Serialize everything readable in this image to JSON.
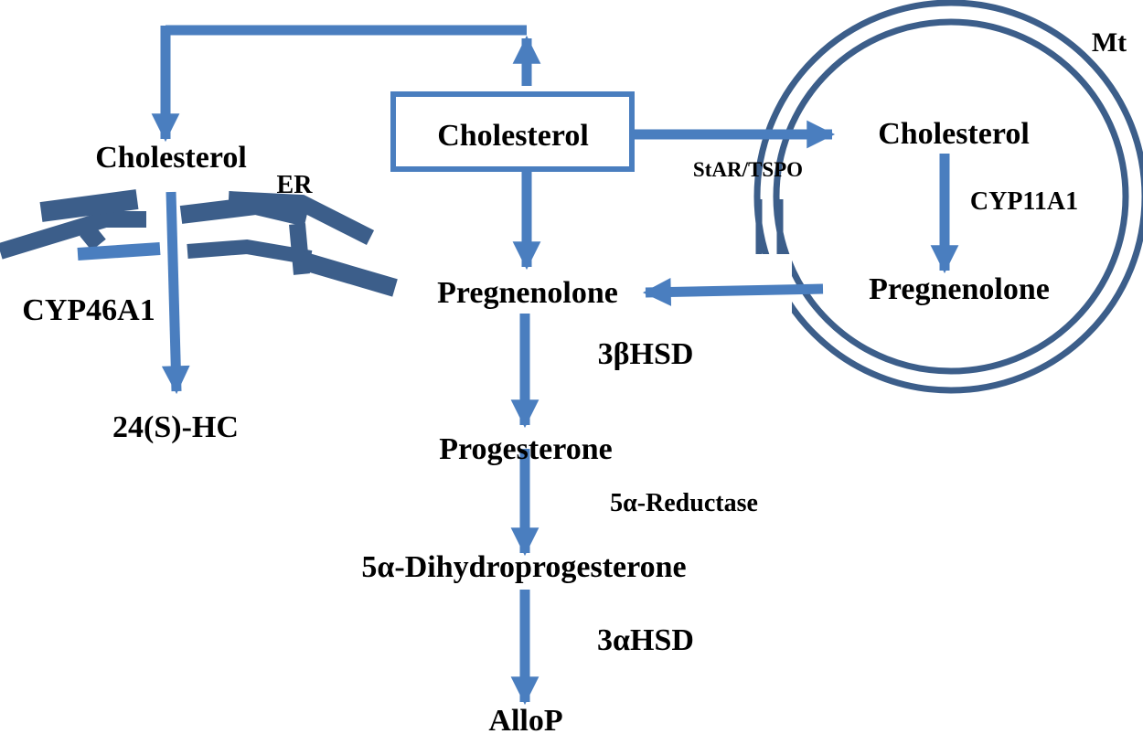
{
  "labels": {
    "chol_center": "Cholesterol",
    "chol_left": "Cholesterol",
    "chol_mt": "Cholesterol",
    "er": "ER",
    "mt": "Mt",
    "star_tspo": "StAR/TSPO",
    "cyp11a1": "CYP11A1",
    "preg_mt": "Pregnenolone",
    "preg_center": "Pregnenolone",
    "cyp46a1": "CYP46A1",
    "hc24": "24(S)-HC",
    "hsd3b": "3βHSD",
    "progesterone": "Progesterone",
    "reductase": "5α-Reductase",
    "dhp": "5α-Dihydroprogesterone",
    "hsd3a": "3αHSD",
    "allop": "AlloP"
  },
  "colors": {
    "arrow": "#4a7ebf",
    "er_dark": "#3c5e8a",
    "er_light": "#4a7ebf",
    "membrane": "#3c5e8a",
    "text": "#000000"
  }
}
